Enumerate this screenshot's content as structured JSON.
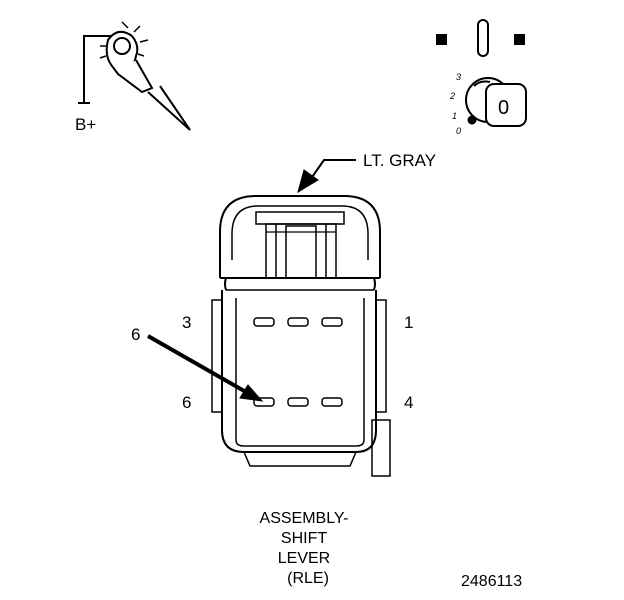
{
  "probe": {
    "label": "B+"
  },
  "ignition": {
    "positions": [
      "3",
      "2",
      "1",
      "0"
    ],
    "key_marker": "0"
  },
  "connector": {
    "color_label": "LT. GRAY",
    "pins": {
      "left_top": "3",
      "left_bottom": "6",
      "right_top": "1",
      "right_bottom": "4"
    },
    "callout": "6"
  },
  "caption": {
    "lines": [
      "ASSEMBLY-",
      "SHIFT",
      "LEVER",
      "(RLE)"
    ]
  },
  "figure_number": "2486113"
}
